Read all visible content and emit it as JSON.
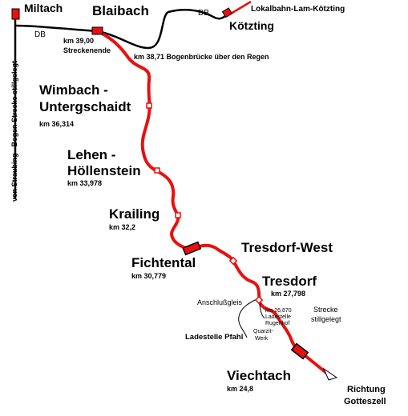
{
  "colors": {
    "route": "#e81010",
    "db_line": "#000000",
    "station_fill": "#e81010",
    "stop_fill": "#ffffff",
    "background": "#ffffff"
  },
  "labels": {
    "miltach": "Miltach",
    "blaibach": "Blaibach",
    "db_left": "DB",
    "db_right": "DB",
    "lokalbahn": "Lokalbahn-Lam-Kötzting",
    "koetzting": "Kötzting",
    "blaibach_km": "km 39,00",
    "streckenende": "Streckenende",
    "bogenbruecke": "km 38,71 Bogenbrücke über den Regen",
    "wimbach_1": "Wimbach -",
    "wimbach_2": "Untergschaidt",
    "wimbach_km": "km 36,314",
    "lehen_1": "Lehen -",
    "lehen_2": "Höllenstein",
    "lehen_km": "km 33,978",
    "krailing": "Krailing",
    "krailing_km": "km 32,2",
    "fichtental": "Fichtental",
    "fichtental_km": "km 30,779",
    "tresdorf_west": "Tresdorf-West",
    "tresdorf": "Tresdorf",
    "tresdorf_km": "km 27,798",
    "anschlussgleis": "Anschlußgleis",
    "ladestelle_rugenhof_1": "km 26,870",
    "ladestelle_rugenhof_2": "Ladestelle",
    "ladestelle_rugenhof_3": "Rugenhof",
    "strecke_stillgelegt_1": "Strecke",
    "strecke_stillgelegt_2": "stillgelegt",
    "quarzit_1": "Quarzit-",
    "quarzit_2": "Werk",
    "ladestelle_pfahl": "Ladestelle Pfahl",
    "viechtach": "Viechtach",
    "viechtach_km": "km 24,8",
    "richtung_1": "Richtung",
    "richtung_2": "Gotteszell",
    "left_vertical": "von Straubing - Bogen Strecke stillgelegt"
  }
}
